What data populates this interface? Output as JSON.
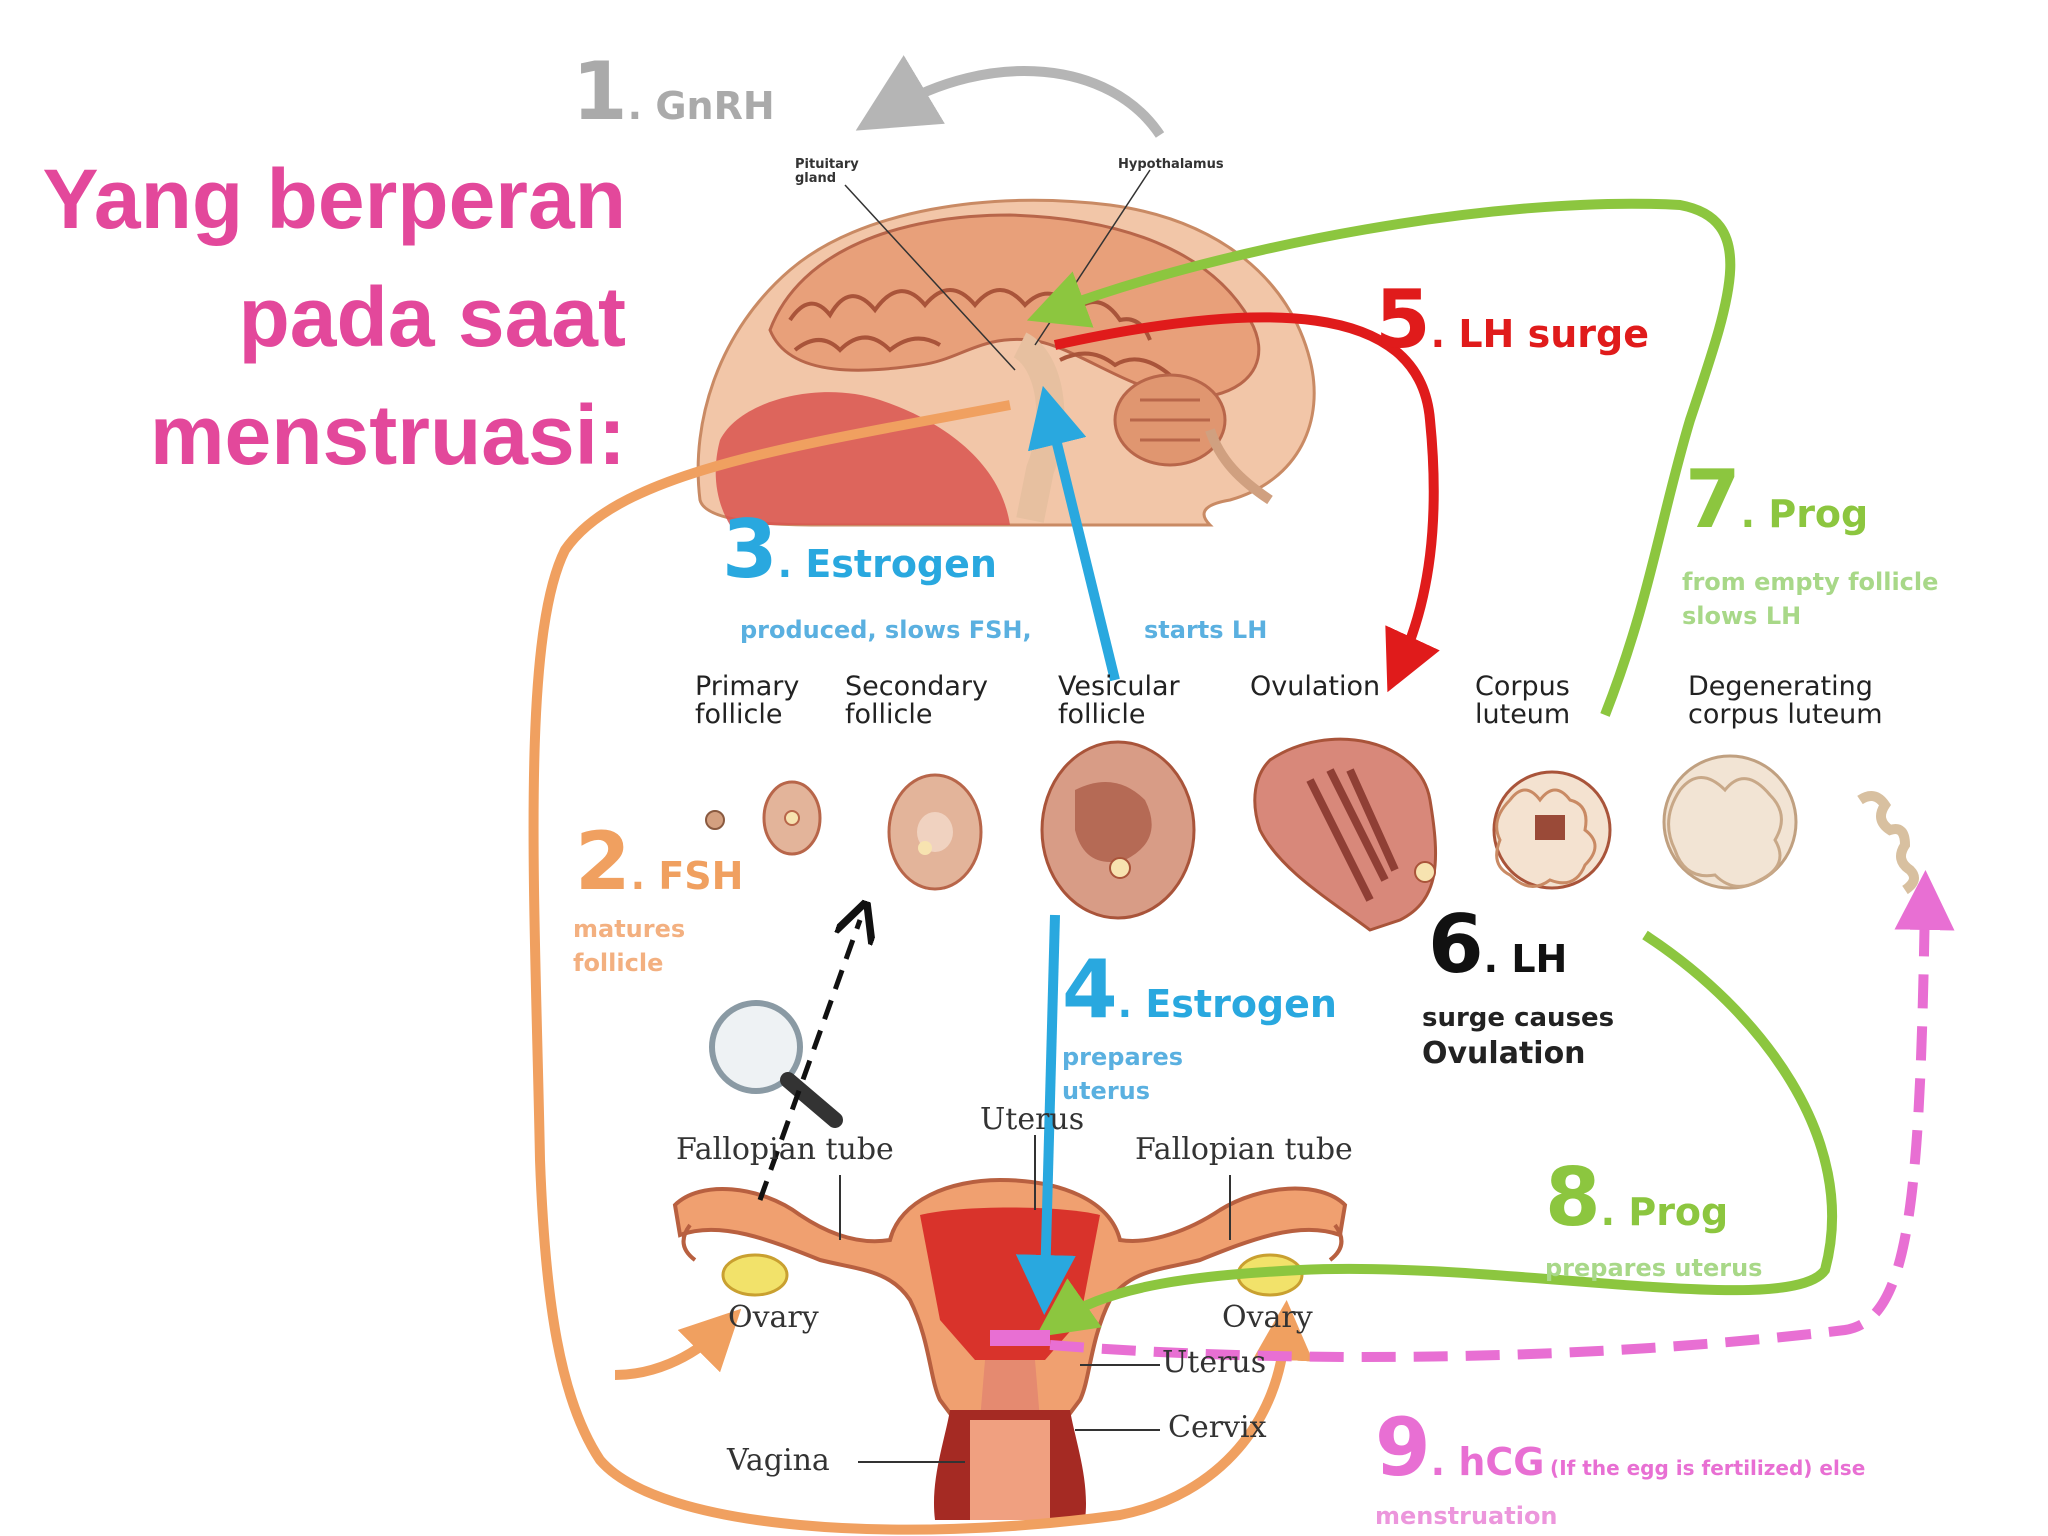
{
  "title_lines": [
    "Yang berperan",
    "pada saat",
    "menstruasi:"
  ],
  "steps": {
    "s1": {
      "num": "1",
      "hormone": ". GnRH"
    },
    "s2": {
      "num": "2",
      "hormone": ". FSH",
      "desc1": "matures",
      "desc2": "follicle"
    },
    "s3": {
      "num": "3",
      "hormone": ". Estrogen",
      "desc1": "produced,  slows FSH,",
      "desc2": "starts LH"
    },
    "s4": {
      "num": "4",
      "hormone": ". Estrogen",
      "desc1": "prepares",
      "desc2": "uterus"
    },
    "s5": {
      "num": "5",
      "hormone": ". LH surge"
    },
    "s6": {
      "num": "6",
      "hormone": ". LH",
      "desc1": "surge causes",
      "desc2": "Ovulation"
    },
    "s7": {
      "num": "7",
      "hormone": ". Prog",
      "desc1": "from empty follicle",
      "desc2": "slows LH"
    },
    "s8": {
      "num": "8",
      "hormone": ". Prog",
      "desc1": "prepares  uterus"
    },
    "s9": {
      "num": "9",
      "hormone": ". hCG",
      "note": "(If the egg is fertilized) else",
      "desc1": "menstruation"
    }
  },
  "brain_labels": {
    "pituitary": "Pituitary\ngland",
    "hypothalamus": "Hypothalamus"
  },
  "follicle_stages": [
    "Primary\nfollicle",
    "Secondary\nfollicle",
    "Vesicular\nfollicle",
    "Ovulation",
    "Corpus\nluteum",
    "Degenerating\ncorpus luteum"
  ],
  "anatomy_labels": {
    "fallopian_left": "Fallopian tube",
    "fallopian_right": "Fallopian tube",
    "uterus_top": "Uterus",
    "ovary_left": "Ovary",
    "ovary_right": "Ovary",
    "uterus_side": "Uterus",
    "cervix": "Cervix",
    "vagina": "Vagina"
  },
  "colors": {
    "title": "#e3489b",
    "gnrh": "#aaaaaa",
    "fsh": "#f0a060",
    "estrogen": "#29a8df",
    "lh": "#e01b1b",
    "lh6": "#111111",
    "prog": "#8cc63f",
    "hcg": "#e86fd3"
  }
}
